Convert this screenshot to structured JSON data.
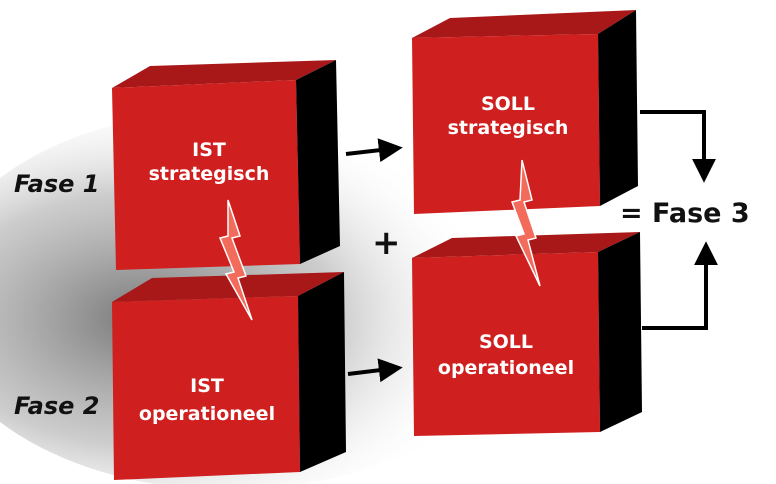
{
  "colors": {
    "front": "#cf1f1f",
    "top": "#a81818",
    "side": "#000000",
    "lightning": "#f26b5b",
    "text": "#ffffff",
    "arrow": "#000000"
  },
  "phases": {
    "phase1": "Fase 1",
    "phase2": "Fase 2",
    "result": "= Fase 3"
  },
  "operator": "+",
  "blocks": {
    "ist_strategic": {
      "line1": "IST",
      "line2": "strategisch"
    },
    "soll_strategic": {
      "line1": "SOLL",
      "line2": "strategisch"
    },
    "ist_operational": {
      "line1": "IST",
      "line2": "operationeel"
    },
    "soll_operational": {
      "line1": "SOLL",
      "line2": "operationeel"
    }
  }
}
